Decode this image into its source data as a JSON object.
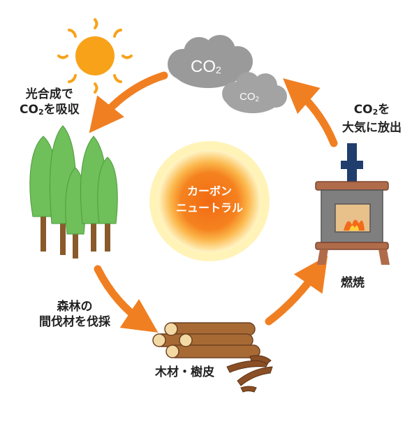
{
  "center": {
    "lines": [
      "カーボン",
      "ニュートラル"
    ]
  },
  "clouds": {
    "large": {
      "text": "CO",
      "sub": "2"
    },
    "small": {
      "text": "CO",
      "sub": "2"
    }
  },
  "labels": {
    "photosynthesis": {
      "line1": "光合成で",
      "line2_pre": "CO",
      "line2_sub": "2",
      "line2_post": "を吸収"
    },
    "release": {
      "line1_pre": "CO",
      "line1_sub": "2",
      "line1_post": "を",
      "line2": "大気に放出"
    },
    "combustion": "燃焼",
    "thinning": {
      "line1": "森林の",
      "line2": "間伐材を伐採"
    },
    "wood": "木材・樹皮"
  },
  "colors": {
    "arrow": "#f07f22",
    "sun": "#f8a21a",
    "center_fill": "#f5821f",
    "center_glow": "#fde27a",
    "tree": "#6fbf5a",
    "trunk": "#8a5a2b",
    "cloud": "#9a9a9a",
    "stove": "#b06b4a"
  }
}
